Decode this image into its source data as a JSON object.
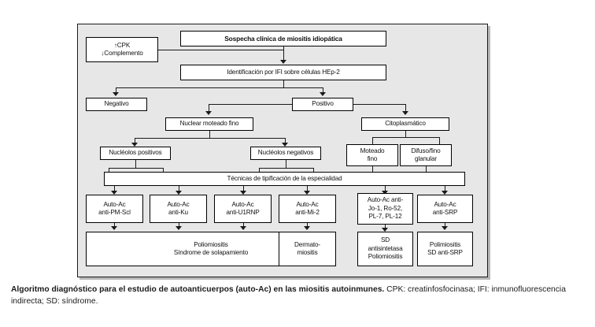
{
  "figure": {
    "nodes": {
      "suspicion": "Sospecha clínica de miositis idiopática",
      "labs": "↑CPK\n↓Complemento",
      "identification": "Identificación por IFI sobre células HEp-2",
      "negative": "Negativo",
      "positive": "Positivo",
      "nuclear_fine_speckled": "Nuclear moteado fino",
      "cytoplasmic": "Citoplasmático",
      "nucleoli_positive": "Nucléolos positivos",
      "nucleoli_negative": "Nucléolos negativos",
      "speckled_fine": "Moteado\nfino",
      "diffuse_fine_granular": "Difuso/fino\nglanular",
      "typing_techniques": "Técnicas de tipificación de la especialidad",
      "ab_pm_scl": "Auto-Ac\nanti-PM-Scl",
      "ab_ku": "Auto-Ac\nanti-Ku",
      "ab_u1rnp": "Auto-Ac\nanti-U1RNP",
      "ab_mi2": "Auto-Ac\nanti-Mi-2",
      "ab_jo1": "Auto-Ac anti-\nJo-1, Ro-52,\nPL-7, PL-12",
      "ab_srp": "Auto-Ac\nanti-SRP",
      "dx_polymyositis_overlap": "Poliomiositis\nSíndrome de solapamiento",
      "dx_dermatomyositis": "Dermato-\nmiositis",
      "dx_antisynthetase": "SD\nantisintetasa\nPoliomiositis",
      "dx_srp": "Polimiositis\nSD anti-SRP"
    },
    "colors": {
      "panel_background": "#e7e7e7",
      "box_background": "#ffffff",
      "border": "#000000",
      "text": "#111111"
    }
  },
  "caption": {
    "bold_part": "Algoritmo diagnóstico para el estudio de autoanticuerpos (auto-Ac) en las miositis autoinmunes.",
    "rest_part": " CPK: creatinfosfocinasa; IFI: inmunofluorescencia indirecta; SD: síndrome."
  }
}
